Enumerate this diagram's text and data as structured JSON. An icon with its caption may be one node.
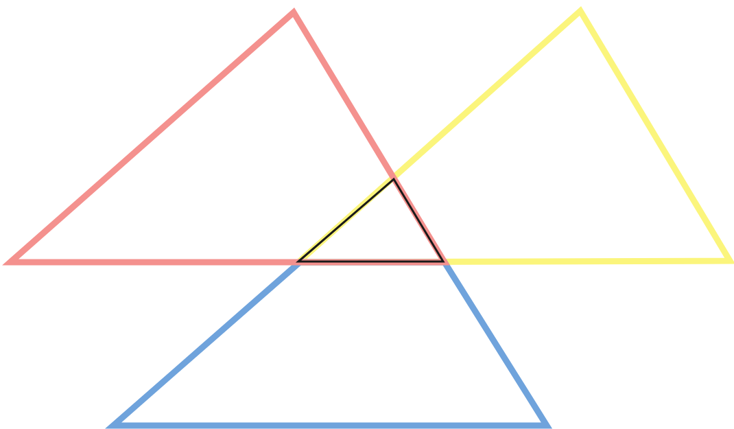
{
  "diagram": {
    "nodes": [
      {
        "text": [],
        "shape": "triangle"
      },
      {
        "text": [],
        "shape": "triangle"
      },
      {
        "text": [],
        "shape": "triangle"
      },
      {
        "text": [],
        "shape": "triangle"
      }
    ]
  }
}
